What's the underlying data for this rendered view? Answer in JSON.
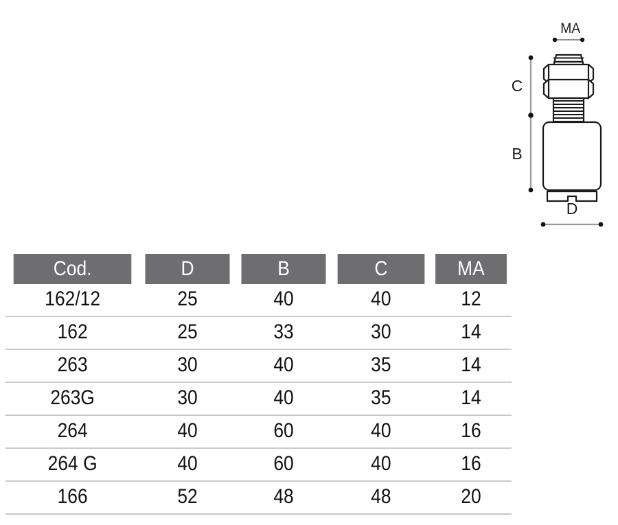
{
  "drawing": {
    "name": "leveling-foot-elevation-drawing",
    "description": "Technical elevation drawing of an adjustable leveling foot with threaded stud, two lock nuts, cylindrical body and notched base pad",
    "line_color": "#1a1a1a",
    "dimension_line_color": "#9a9a9a",
    "labels": {
      "ma": "MA",
      "c": "C",
      "b": "B",
      "d": "D"
    }
  },
  "table": {
    "name": "dimension-table",
    "header_background": "#6e6e70",
    "header_text_color": "#ffffff",
    "row_separator_color": "#c9c9c9",
    "columns": [
      "Cod.",
      "D",
      "B",
      "C",
      "MA"
    ],
    "rows": [
      {
        "cod": "162/12",
        "d": "25",
        "b": "40",
        "c": "40",
        "ma": "12"
      },
      {
        "cod": "162",
        "d": "25",
        "b": "33",
        "c": "30",
        "ma": "14"
      },
      {
        "cod": "263",
        "d": "30",
        "b": "40",
        "c": "35",
        "ma": "14"
      },
      {
        "cod": "263G",
        "d": "30",
        "b": "40",
        "c": "35",
        "ma": "14"
      },
      {
        "cod": "264",
        "d": "40",
        "b": "60",
        "c": "40",
        "ma": "16"
      },
      {
        "cod": "264 G",
        "d": "40",
        "b": "60",
        "c": "40",
        "ma": "16"
      },
      {
        "cod": "166",
        "d": "52",
        "b": "48",
        "c": "48",
        "ma": "20"
      }
    ]
  }
}
